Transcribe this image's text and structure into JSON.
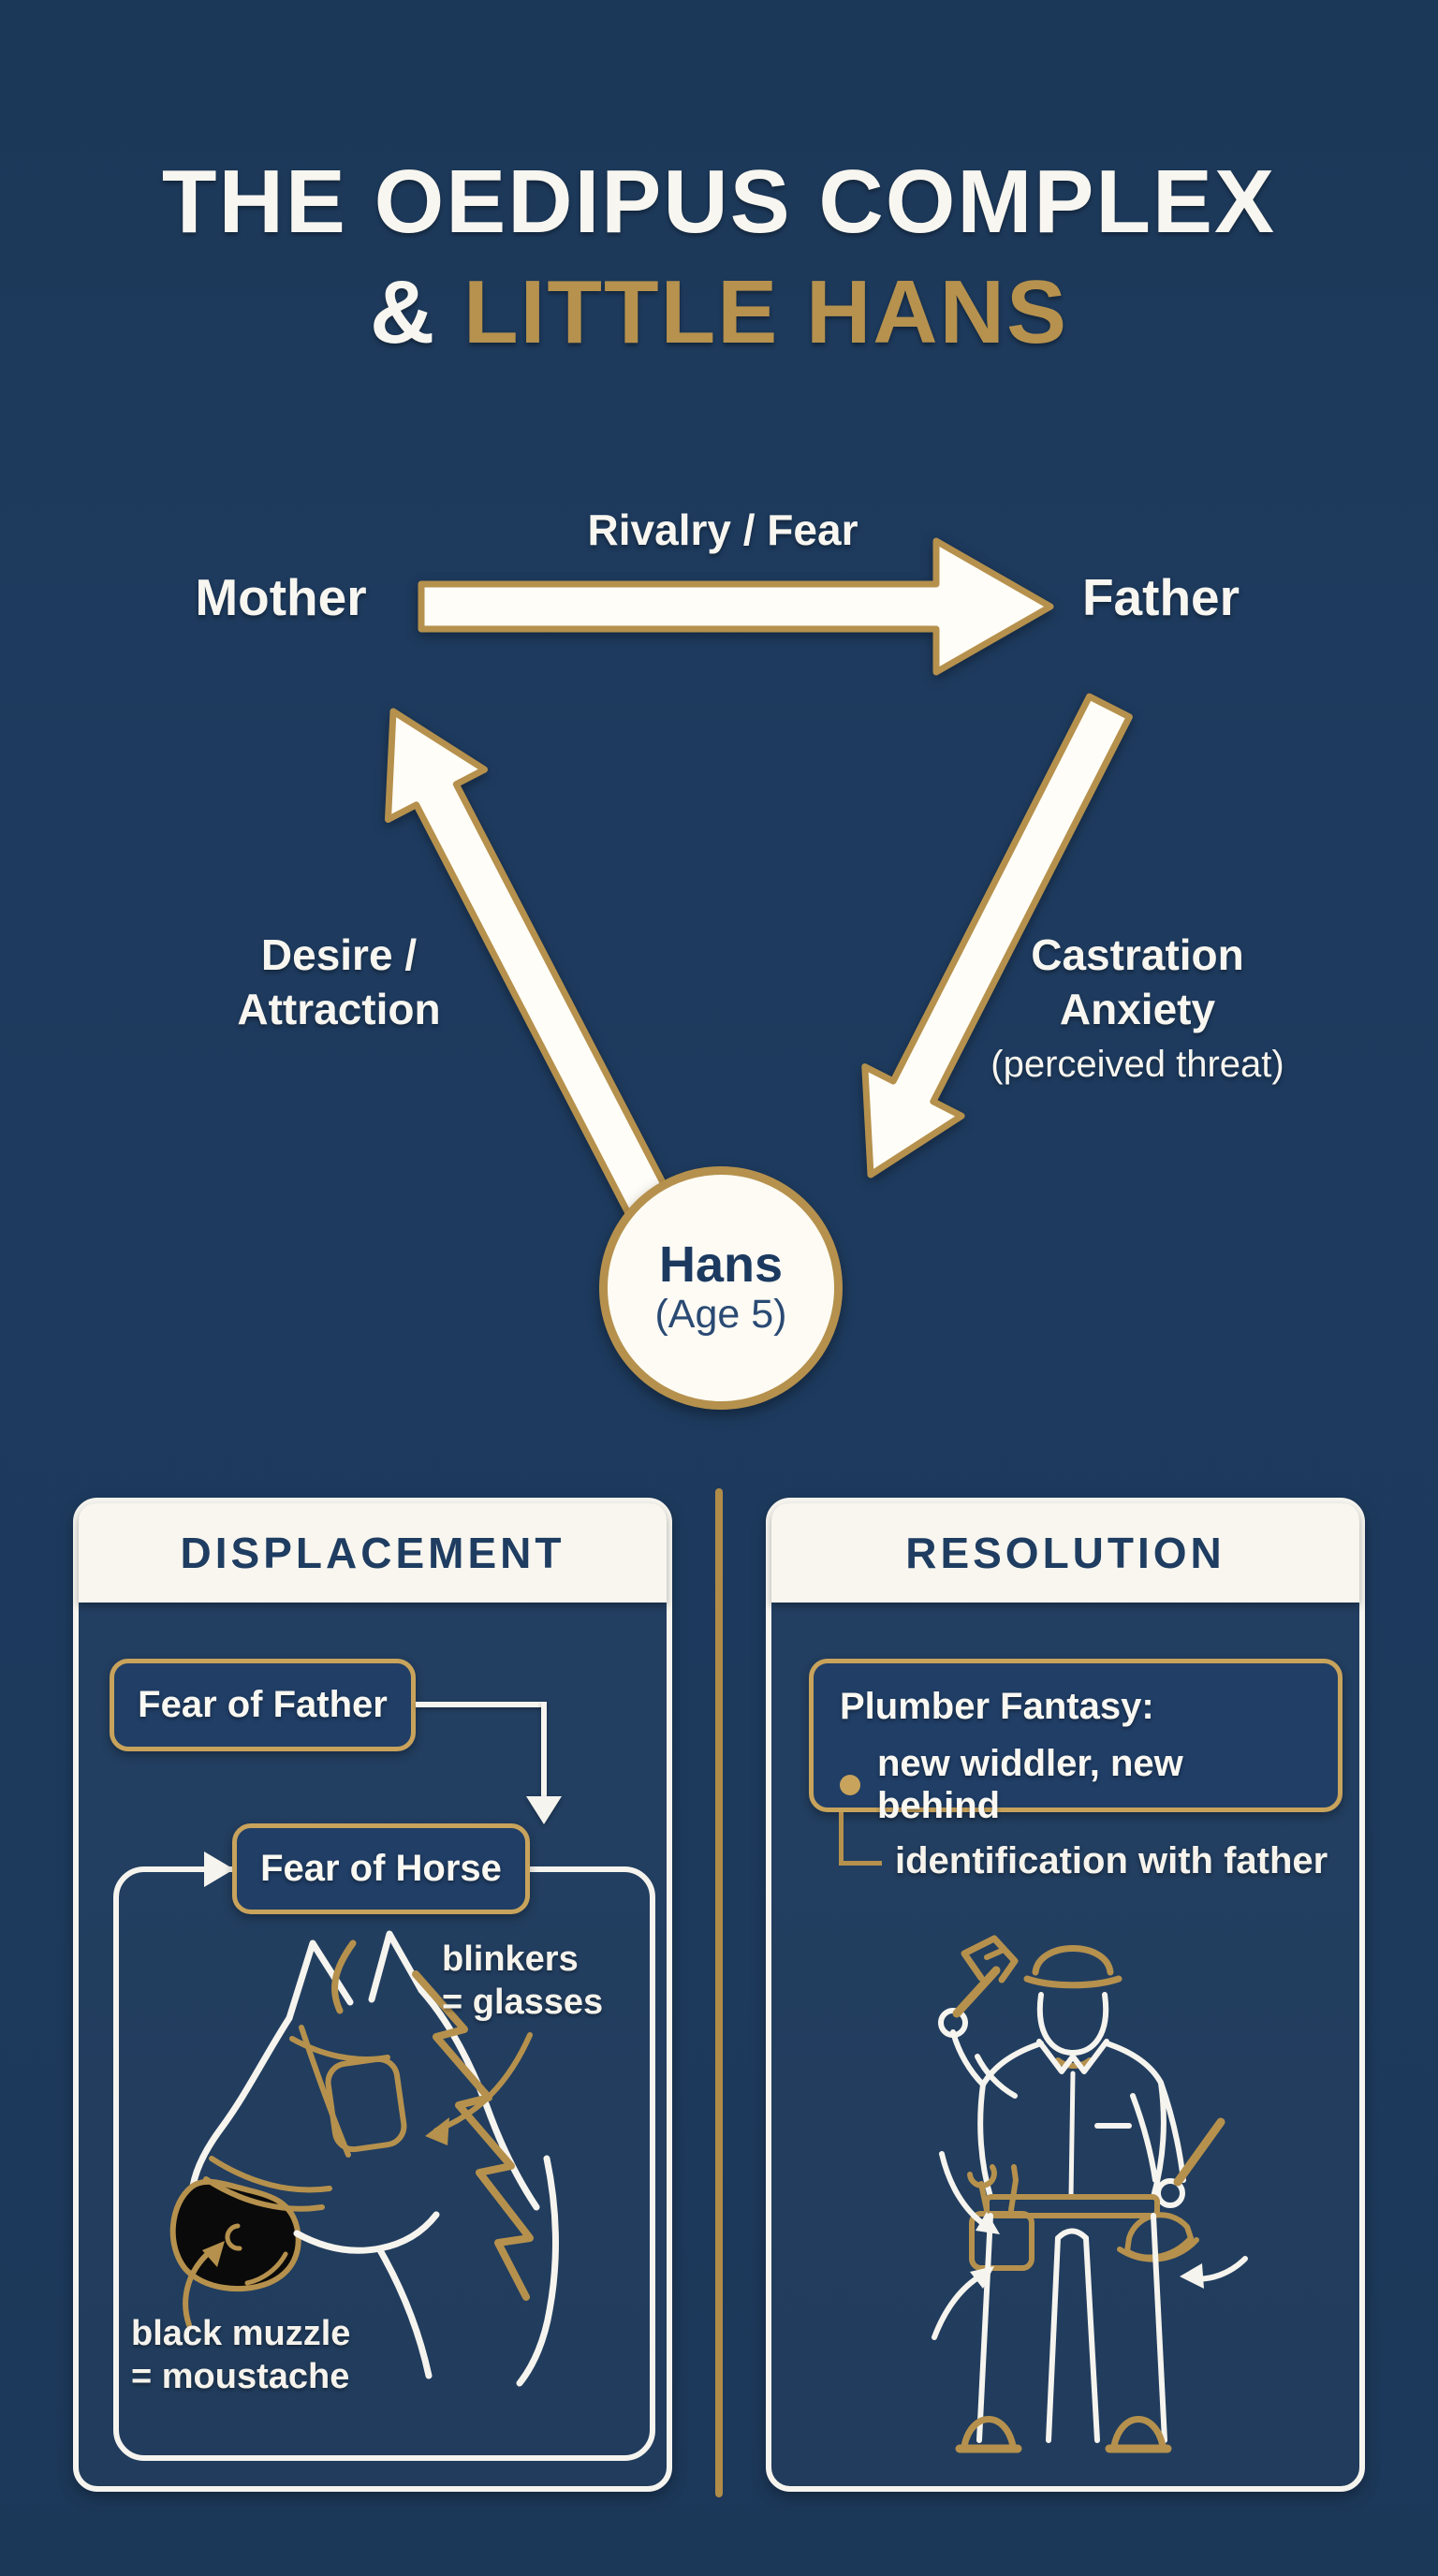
{
  "colors": {
    "background_navy": "#1d3a5e",
    "gold": "#b5914d",
    "gold_light": "#c8a35c",
    "off_white": "#f8f6f0",
    "navy_text": "#1f3d61",
    "muzzle_black": "#0a0a0a"
  },
  "title": {
    "line1": "THE OEDIPUS COMPLEX",
    "ampersand": "& ",
    "highlight": "LITTLE HANS"
  },
  "triangle": {
    "nodes": {
      "mother": "Mother",
      "father": "Father",
      "hans_name": "Hans",
      "hans_age": "(Age 5)"
    },
    "edges": {
      "mother_father": "Rivalry / Fear",
      "hans_mother_line1": "Desire /",
      "hans_mother_line2": "Attraction",
      "father_hans_line1": "Castration",
      "father_hans_line2": "Anxiety",
      "father_hans_sub": "(perceived threat)"
    }
  },
  "displacement": {
    "title": "DISPLACEMENT",
    "source_box": "Fear of Father",
    "target_box": "Fear of Horse",
    "annotation_blinkers": [
      "blinkers",
      "= glasses"
    ],
    "annotation_muzzle": [
      "black muzzle",
      "= moustache"
    ]
  },
  "resolution": {
    "title": "RESOLUTION",
    "box_title": "Plumber Fantasy:",
    "box_bullet": "new widdler, new behind",
    "note": "identification with father"
  }
}
